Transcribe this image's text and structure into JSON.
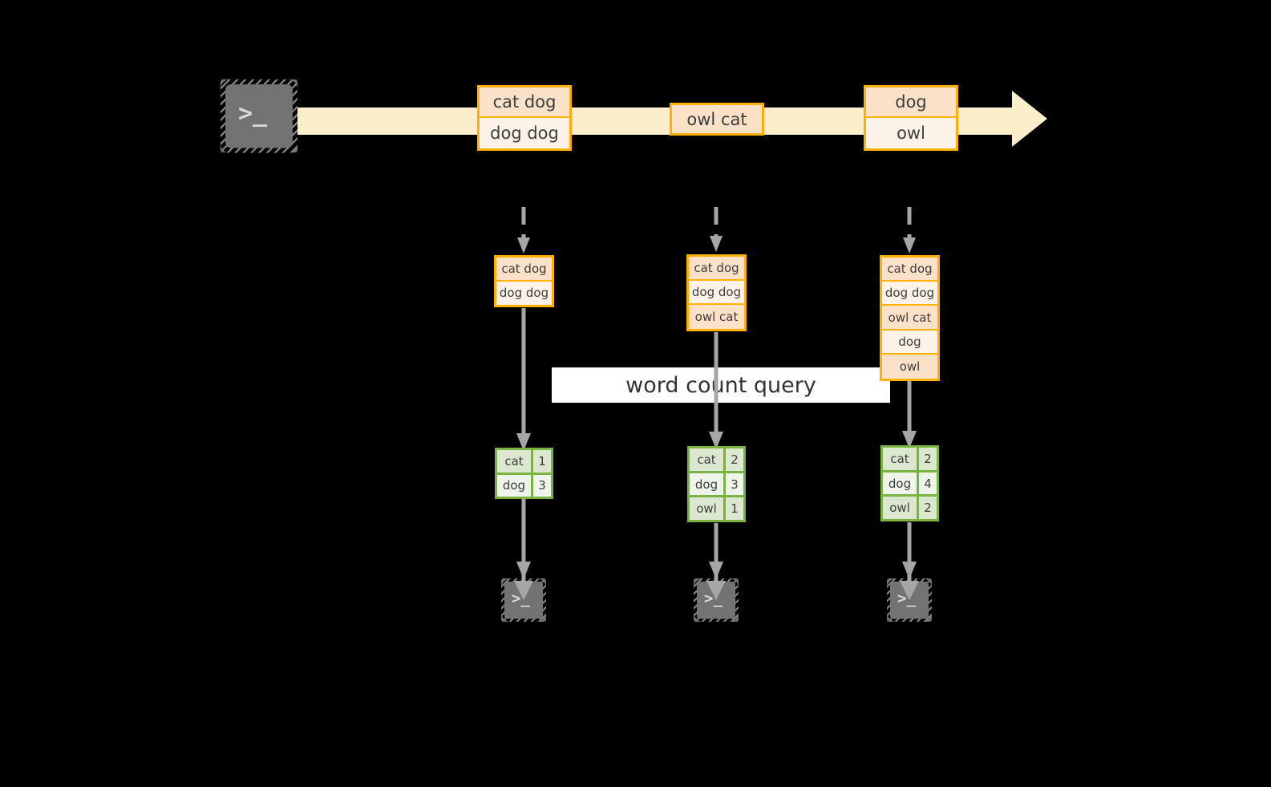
{
  "diagram": {
    "title": "word count query",
    "colors": {
      "background": "#000000",
      "stream_border": "#ffb000",
      "stream_fill_dark": "#fbe1c7",
      "stream_fill_light": "#fdf2e8",
      "stream_arrow": "#fdeecb",
      "result_border": "#79b443",
      "result_fill_dark": "#dce7d0",
      "result_fill_light": "#eff4ea",
      "connector": "#a6a6a6",
      "terminal_fill": "#737373",
      "banner_fill": "#ffffff"
    }
  },
  "source": {
    "terminal_icon": "terminal-icon",
    "glyph": ">_"
  },
  "stream": {
    "arrow_label": "stream-arrow",
    "groups": [
      {
        "name": "stream-group-1",
        "lines": [
          {
            "text": "cat dog",
            "shade": "dark"
          },
          {
            "text": "dog dog",
            "shade": "light"
          }
        ]
      },
      {
        "name": "stream-group-2",
        "lines": [
          {
            "text": "owl cat",
            "shade": "dark"
          }
        ]
      },
      {
        "name": "stream-group-3",
        "lines": [
          {
            "text": "dog",
            "shade": "dark"
          },
          {
            "text": "owl",
            "shade": "light"
          }
        ]
      }
    ]
  },
  "snapshots": [
    {
      "name": "snapshot-1",
      "lines": [
        {
          "text": "cat dog",
          "shade": "dark"
        },
        {
          "text": "dog dog",
          "shade": "light"
        }
      ],
      "results": [
        {
          "word": "cat",
          "count": "1",
          "shade": "dark"
        },
        {
          "word": "dog",
          "count": "3",
          "shade": "light"
        }
      ]
    },
    {
      "name": "snapshot-2",
      "lines": [
        {
          "text": "cat dog",
          "shade": "dark"
        },
        {
          "text": "dog dog",
          "shade": "light"
        },
        {
          "text": "owl cat",
          "shade": "dark"
        }
      ],
      "results": [
        {
          "word": "cat",
          "count": "2",
          "shade": "dark"
        },
        {
          "word": "dog",
          "count": "3",
          "shade": "light"
        },
        {
          "word": "owl",
          "count": "1",
          "shade": "dark"
        }
      ]
    },
    {
      "name": "snapshot-3",
      "lines": [
        {
          "text": "cat dog",
          "shade": "dark"
        },
        {
          "text": "dog dog",
          "shade": "light"
        },
        {
          "text": "owl cat",
          "shade": "dark"
        },
        {
          "text": "dog",
          "shade": "light"
        },
        {
          "text": "owl",
          "shade": "dark"
        }
      ],
      "results": [
        {
          "word": "cat",
          "count": "2",
          "shade": "dark"
        },
        {
          "word": "dog",
          "count": "4",
          "shade": "light"
        },
        {
          "word": "owl",
          "count": "2",
          "shade": "dark"
        }
      ]
    }
  ],
  "sinks": [
    {
      "name": "sink-terminal-1",
      "glyph": ">_"
    },
    {
      "name": "sink-terminal-2",
      "glyph": ">_"
    },
    {
      "name": "sink-terminal-3",
      "glyph": ">_"
    }
  ]
}
